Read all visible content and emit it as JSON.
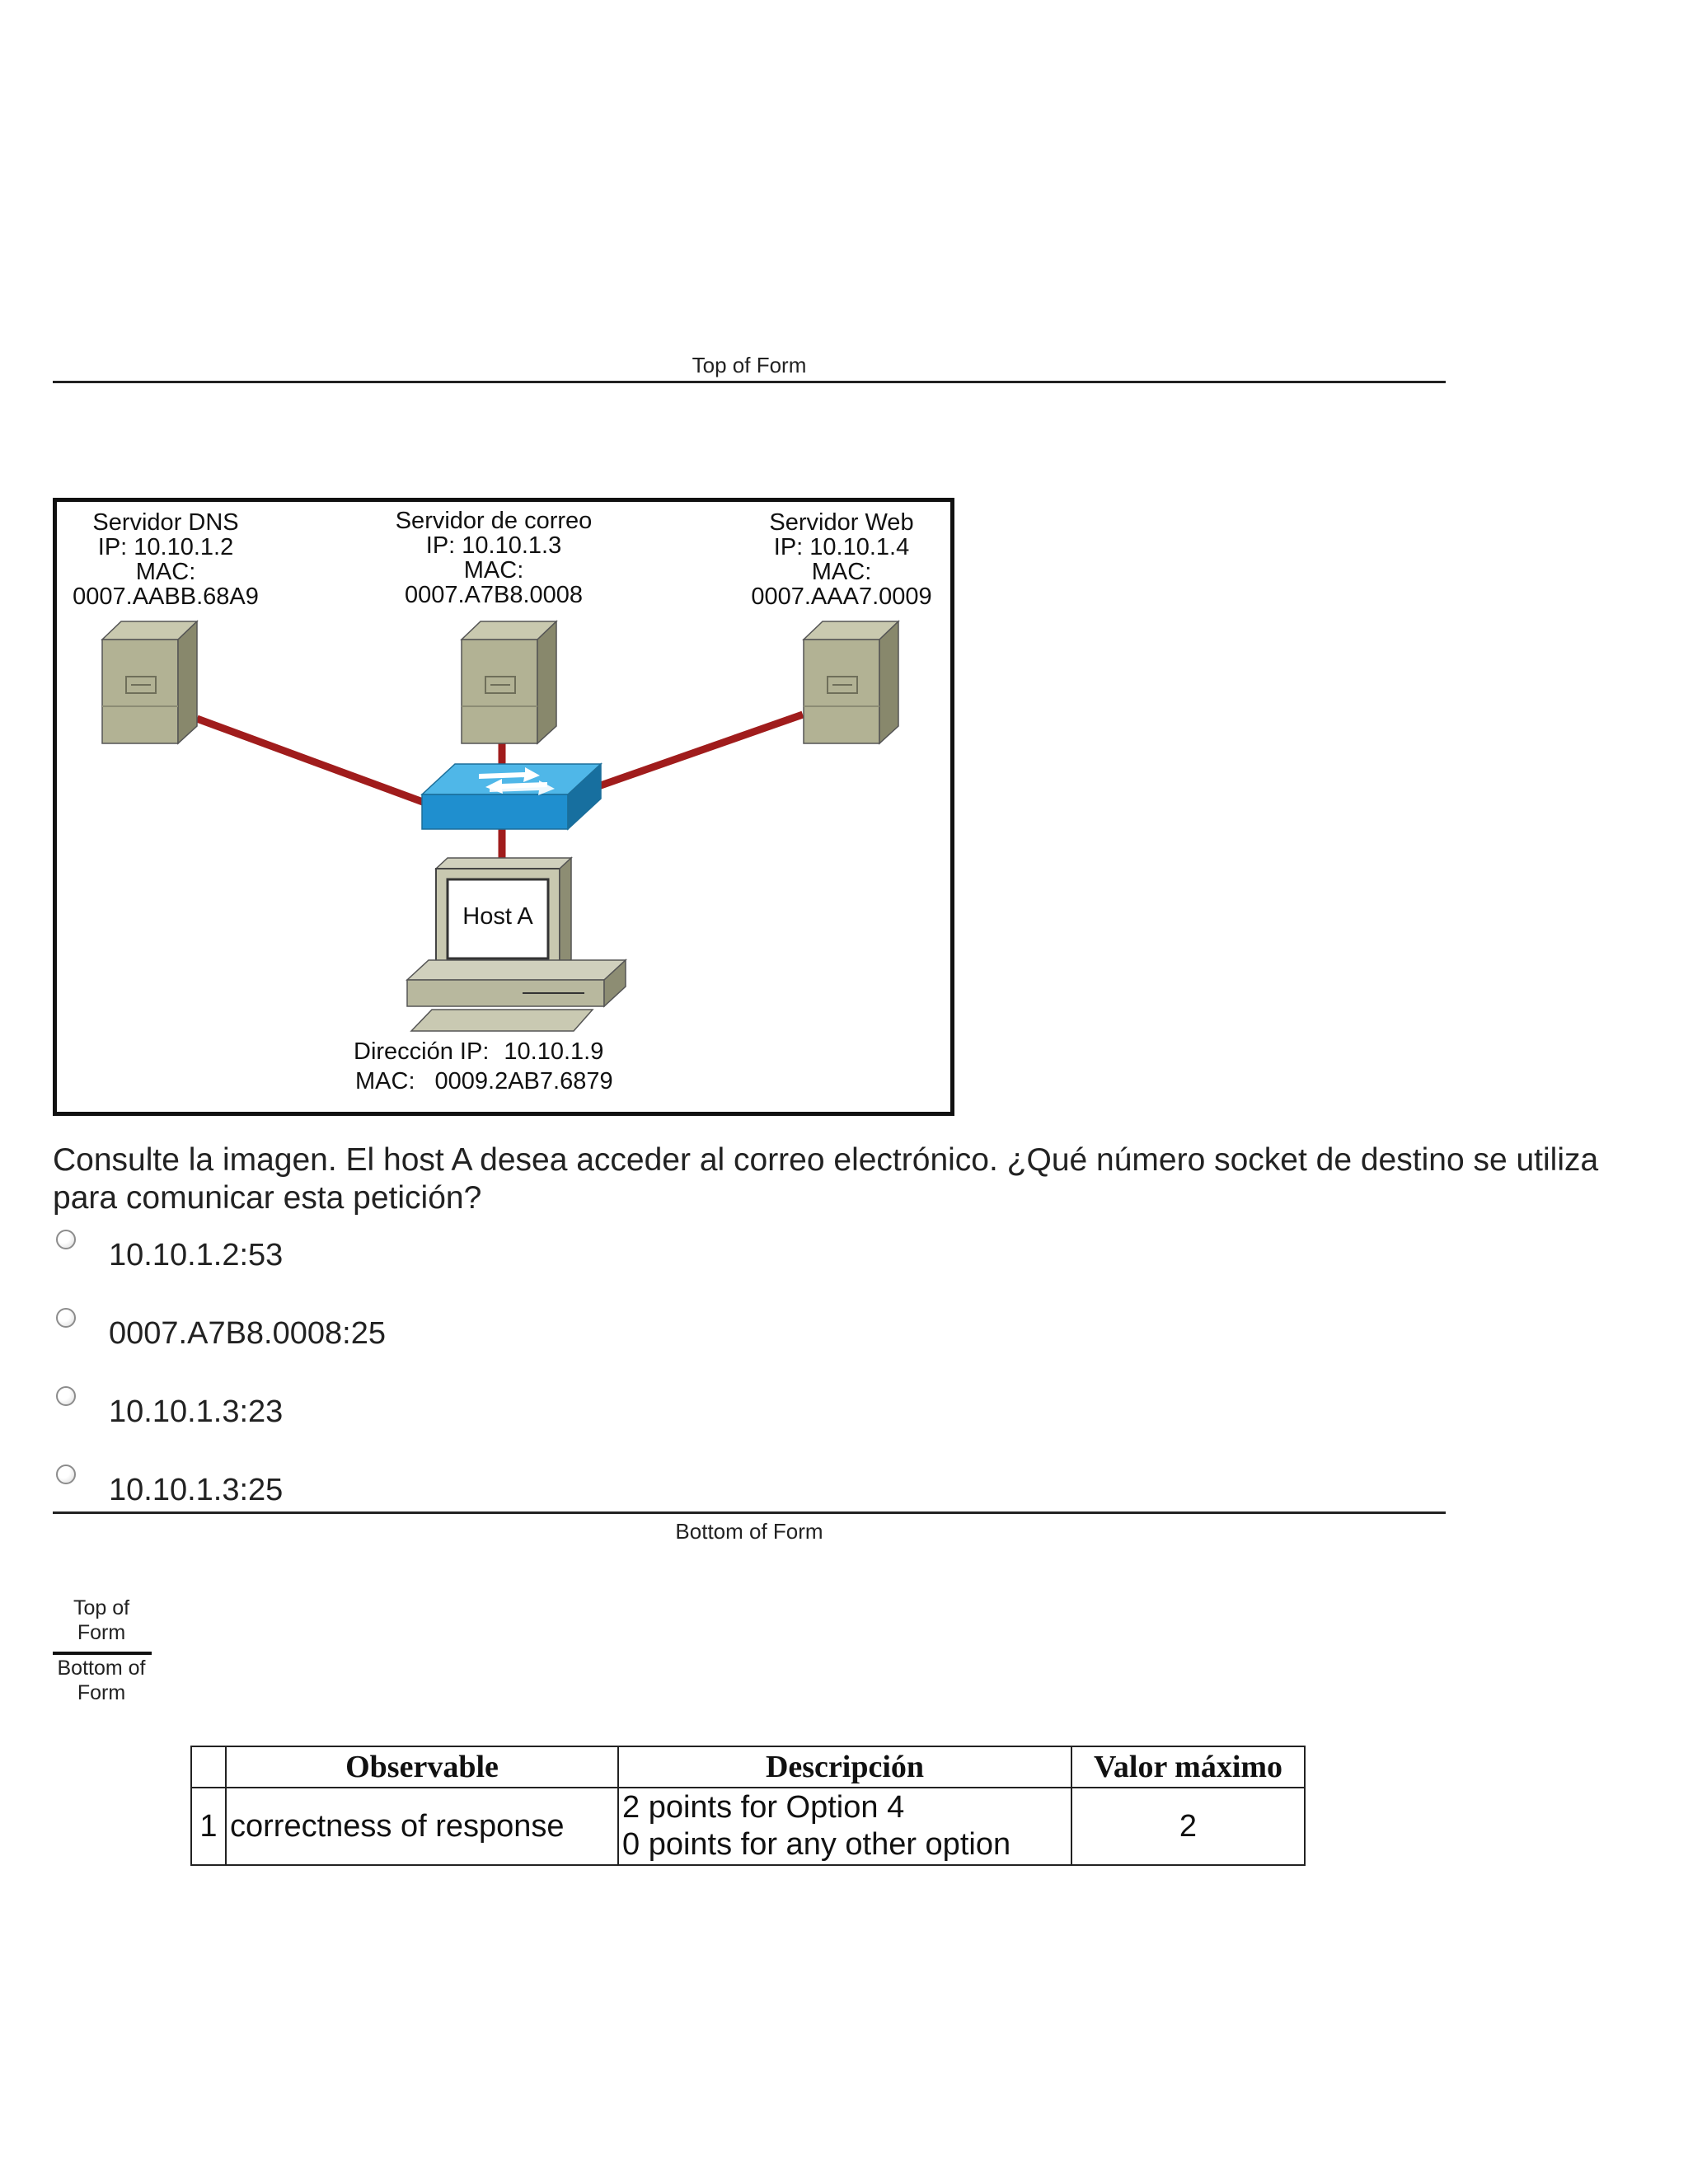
{
  "form": {
    "top_of_form": "Top of Form",
    "bottom_of_form": "Bottom of Form",
    "mini_top": [
      "Top of",
      "Form"
    ],
    "mini_bottom": [
      "Bottom of",
      "Form"
    ]
  },
  "diagram": {
    "dns": {
      "name": "Servidor DNS",
      "ip": "IP: 10.10.1.2",
      "mac_label": "MAC:",
      "mac": "0007.AABB.68A9"
    },
    "mail": {
      "name": "Servidor de correo",
      "ip": "IP: 10.10.1.3",
      "mac_label": "MAC:",
      "mac": "0007.A7B8.0008"
    },
    "web": {
      "name": "Servidor Web",
      "ip": "IP: 10.10.1.4",
      "mac_label": "MAC:",
      "mac": "0007.AAA7.0009"
    },
    "host": {
      "name": "Host A",
      "ip_label": "Dirección IP:",
      "ip": "10.10.1.9",
      "mac_label": "MAC:",
      "mac": "0009.2AB7.6879"
    }
  },
  "question": "Consulte la imagen. El host A desea acceder al correo electrónico. ¿Qué número socket de destino se utiliza para comunicar esta petición?",
  "options": [
    "10.10.1.2:53",
    "0007.A7B8.0008:25",
    "10.10.1.3:23",
    "10.10.1.3:25"
  ],
  "rubric": {
    "headers": [
      "",
      "Observable",
      "Descripción",
      "Valor máximo"
    ],
    "rows": [
      {
        "num": "1",
        "observable": "correctness of response",
        "desc_line1": "2 points for Option 4",
        "desc_line2": "0 points for any other option",
        "max": "2"
      }
    ]
  }
}
